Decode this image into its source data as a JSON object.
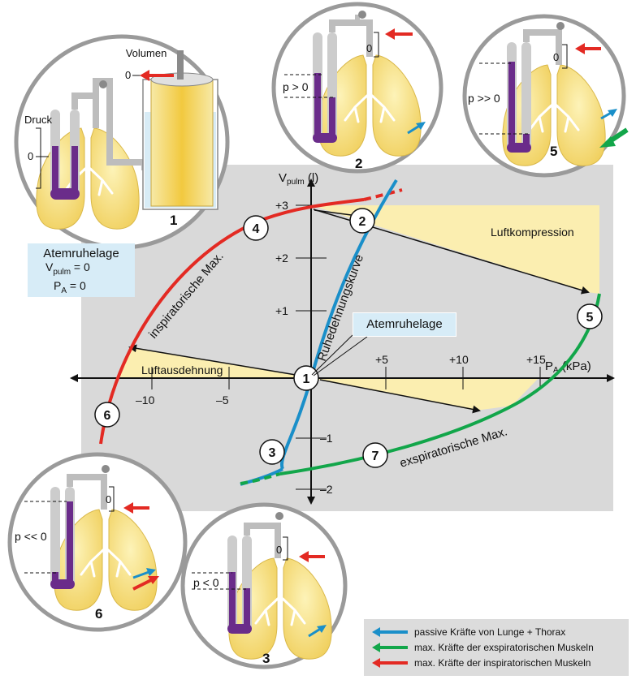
{
  "diagram": {
    "y_axis_label_main": "V",
    "y_axis_label_sub": "pulm",
    "y_axis_label_unit": " (l)",
    "x_axis_label_main": "P",
    "x_axis_label_sub": "A",
    "x_axis_label_unit": " (kPa)",
    "y_ticks": [
      "+3",
      "+2",
      "+1",
      "–1",
      "–2"
    ],
    "x_ticks": [
      "+5",
      "+10",
      "+15",
      "–10",
      "–5"
    ],
    "curve_labels": {
      "insp": "inspiratorische Max.",
      "rest": "Ruhedehnungskurve",
      "exsp": "exspiratorische Max."
    },
    "region_labels": {
      "compression": "Luftkompression",
      "expansion": "Luftausdehnung"
    },
    "point_numbers": [
      "1",
      "2",
      "3",
      "4",
      "5",
      "6",
      "7"
    ],
    "callout": "Atemruhelage",
    "info_box": {
      "title": "Atemruhelage",
      "line1_main": "V",
      "line1_sub": "pulm",
      "line1_val": " = 0",
      "line2_main": "P",
      "line2_sub": "A",
      "line2_val": " = 0"
    },
    "circles": {
      "c1": {
        "number": "1",
        "label_top": "Volumen",
        "label_left": "Druck",
        "zero_a": "0",
        "zero_b": "0"
      },
      "c2": {
        "number": "2",
        "pressure": "p > 0",
        "zero": "0"
      },
      "c5": {
        "number": "5",
        "pressure": "p >> 0",
        "zero": "0"
      },
      "c6": {
        "number": "6",
        "pressure": "p << 0",
        "zero": "0"
      },
      "c3": {
        "number": "3",
        "pressure": "p < 0",
        "zero": "0"
      }
    },
    "legend": [
      {
        "color": "#1a8fc9",
        "text": "passive Kräfte von Lunge + Thorax"
      },
      {
        "color": "#12a64a",
        "text": "max. Kräfte der exspiratorischen Muskeln"
      },
      {
        "color": "#e32a23",
        "text": "max. Kräfte der inspiratorischen Muskeln"
      }
    ],
    "colors": {
      "panel": "#d9d9d9",
      "blue": "#1a8fc9",
      "green": "#12a64a",
      "red": "#e32a23",
      "yellow": "#fbeeb0",
      "lung": "#f7e28a",
      "mercury": "#6a2c8a"
    }
  }
}
